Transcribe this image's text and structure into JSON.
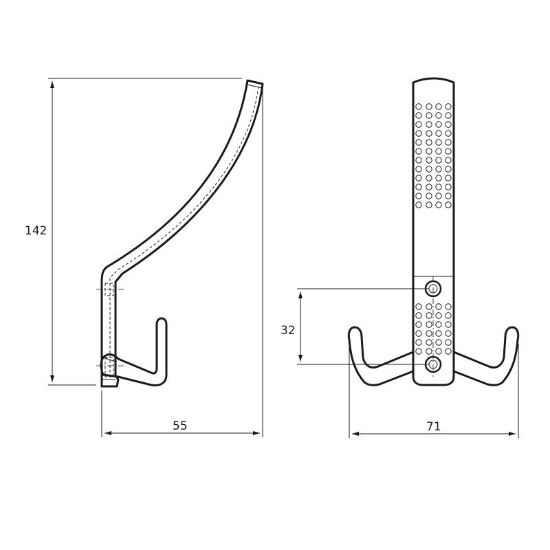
{
  "dimensions": {
    "side_height": "142",
    "side_depth": "55",
    "front_hole_spacing": "32",
    "front_width": "71"
  },
  "colors": {
    "ink": "#1a1a1a",
    "background": "#ffffff"
  }
}
